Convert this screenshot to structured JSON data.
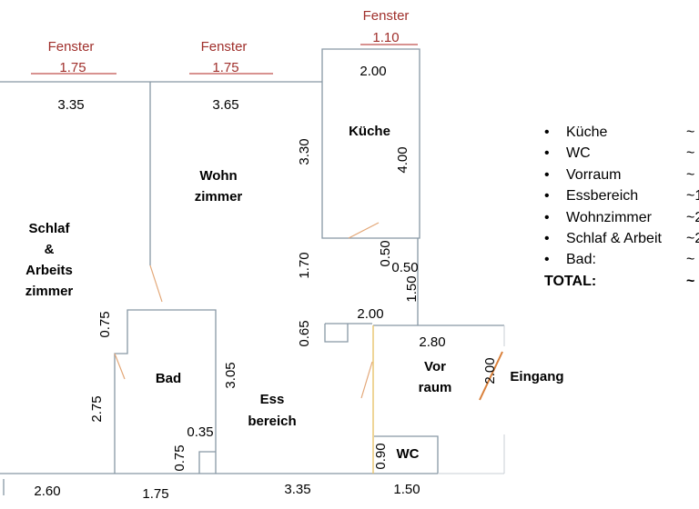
{
  "windows": [
    {
      "label": "Fenster",
      "width": "1.75"
    },
    {
      "label": "Fenster",
      "width": "1.75"
    },
    {
      "label": "Fenster",
      "width": "1.10"
    }
  ],
  "rooms": {
    "kueche": "Küche",
    "wohn_1": "Wohn",
    "wohn_2": "zimmer",
    "schlaf_1": "Schlaf",
    "schlaf_2": "&",
    "schlaf_3": "Arbeits",
    "schlaf_4": "zimmer",
    "bad": "Bad",
    "ess_1": "Ess",
    "ess_2": "bereich",
    "vor_1": "Vor",
    "vor_2": "raum",
    "wc": "WC",
    "eingang": "Eingang"
  },
  "dimensions": {
    "schlaf_width": "3.35",
    "wohn_width": "3.65",
    "kueche_width": "2.00",
    "kueche_height": "4.00",
    "wohn_depth": "3.30",
    "passage": "1.70",
    "kueche_door": "0.50",
    "kueche_gap": "0.50",
    "hall_vertical": "1.50",
    "ess_top": "2.00",
    "ess_step": "0.65",
    "bad_top": "0.75",
    "bad_height": "2.75",
    "bad_wall": "3.05",
    "bad_nook": "0.35",
    "bad_nook_h": "0.75",
    "vor_width": "2.80",
    "entrance": "2.00",
    "wc_height": "0.90",
    "bottom_schlaf": "2.60",
    "bottom_bad": "1.75",
    "bottom_ess": "3.35",
    "bottom_wc": "1.50"
  },
  "legend": {
    "items": [
      {
        "bullet": "•",
        "name": "Küche",
        "value": "~"
      },
      {
        "bullet": "•",
        "name": "WC",
        "value": "~"
      },
      {
        "bullet": "•",
        "name": "Vorraum",
        "value": "~"
      },
      {
        "bullet": "•",
        "name": "Essbereich",
        "value": "~1"
      },
      {
        "bullet": "•",
        "name": "Wohnzimmer",
        "value": "~2"
      },
      {
        "bullet": "•",
        "name": "Schlaf & Arbeit",
        "value": "~2"
      },
      {
        "bullet": "•",
        "name": "Bad:",
        "value": "~"
      }
    ],
    "total": {
      "name": "TOTAL:",
      "value": "~"
    }
  }
}
